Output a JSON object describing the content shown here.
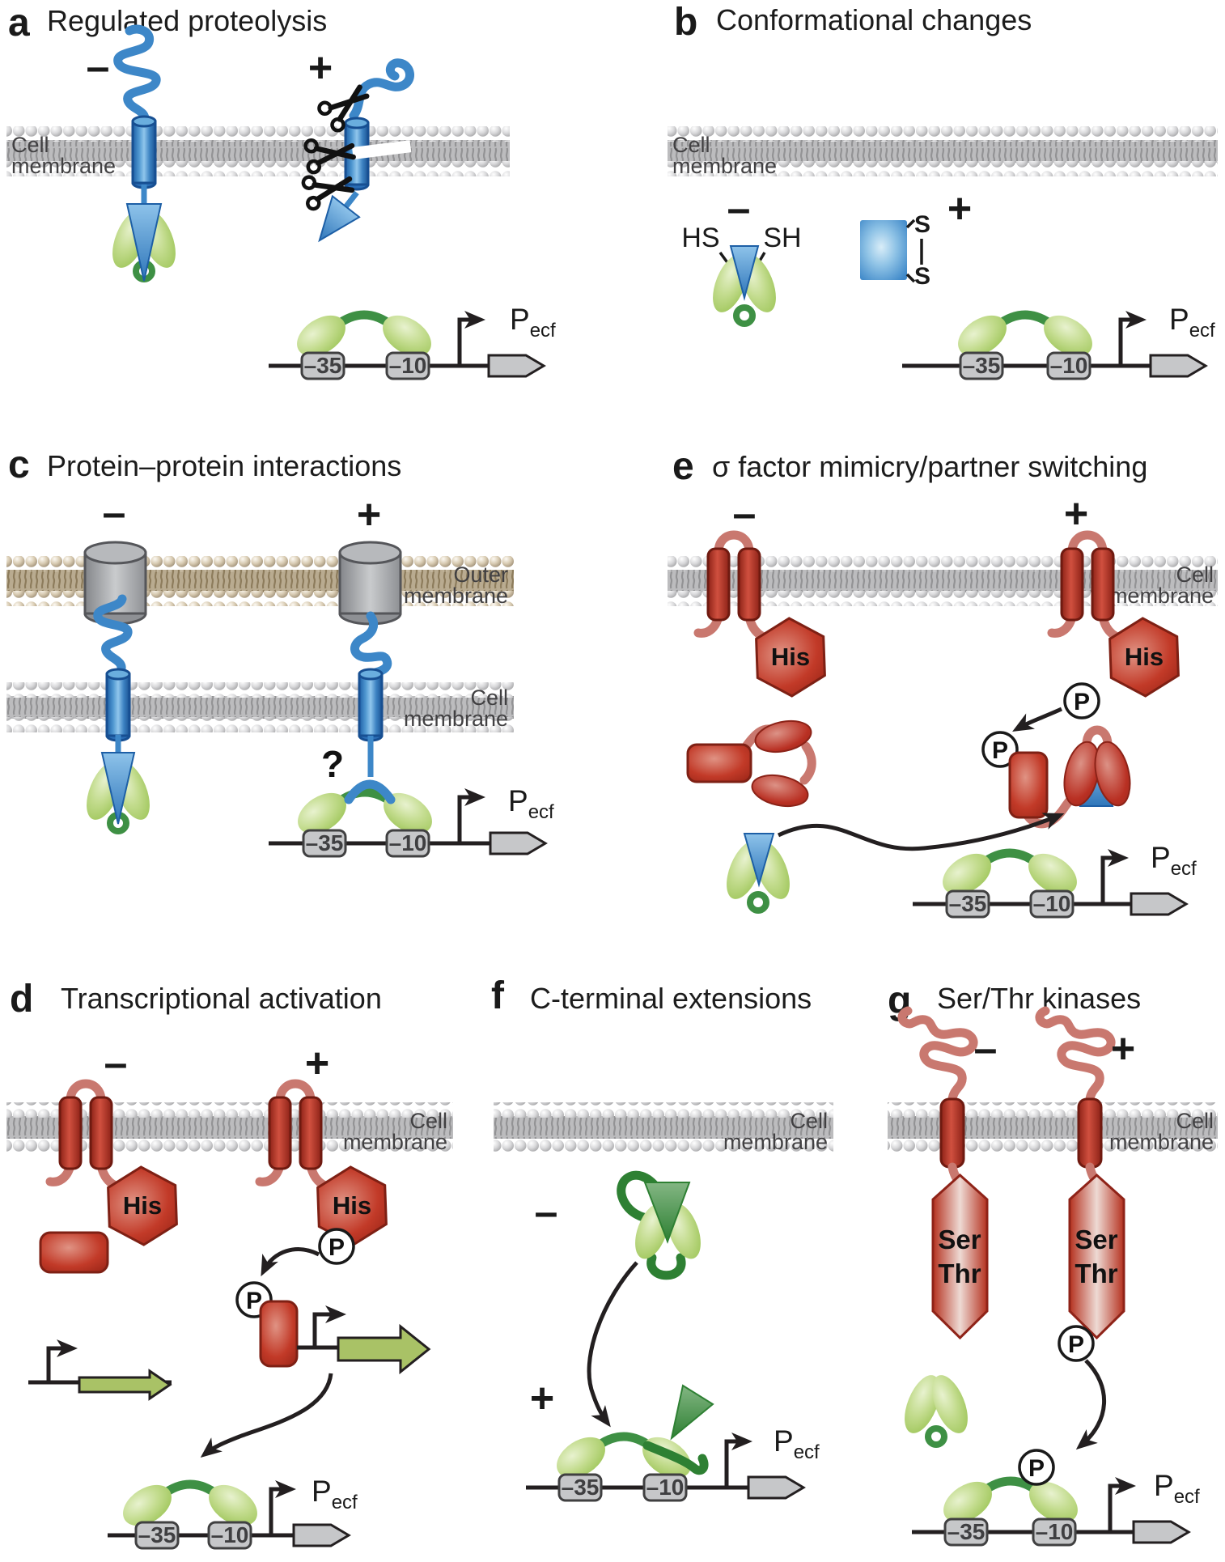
{
  "shared": {
    "minus": "–",
    "plus": "+",
    "cell_line1": "Cell",
    "cell_line2": "membrane",
    "outer_line1": "Outer",
    "outer_line2": "membrane",
    "box35": "–35",
    "box10": "–10",
    "promoter_p": "P",
    "promoter_sub": "ecf",
    "phosphate": "P",
    "his": "His",
    "ser": "Ser",
    "thr": "Thr",
    "hs": "HS",
    "sh": "SH",
    "s_top": "S",
    "s_bottom": "S",
    "question_mark": "?"
  },
  "panels": {
    "a": {
      "label": "a",
      "title": "Regulated proteolysis"
    },
    "b": {
      "label": "b",
      "title": "Conformational changes"
    },
    "c": {
      "label": "c",
      "title": "Protein–protein interactions"
    },
    "d": {
      "label": "d",
      "title": "Transcriptional activation"
    },
    "e": {
      "label": "e",
      "title": "σ factor mimicry/partner switching"
    },
    "f": {
      "label": "f",
      "title": "C-terminal extensions"
    },
    "g": {
      "label": "g",
      "title": "Ser/Thr kinases"
    }
  },
  "colors": {
    "anti_sigma_blue": "#3d87c8",
    "sigma_green_light": "#b8d67f",
    "sigma_green_dark": "#3e9044",
    "cterm_green": "#2e8033",
    "kinase_red": "#c23a28",
    "linker_pink": "#c9786f",
    "membrane_gray": "#bcbcbe",
    "outer_membrane_tan": "#b9ab90",
    "gene_arrow_green": "#a9c266",
    "gene_arrow_gray": "#c6c7c9",
    "ink_black": "#231f20"
  }
}
